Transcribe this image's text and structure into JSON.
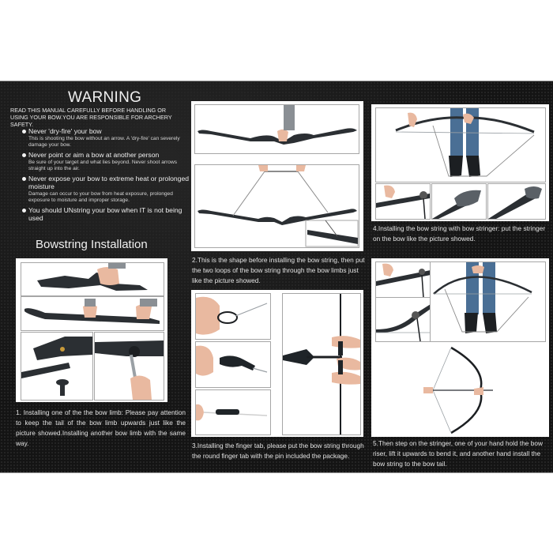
{
  "warning": {
    "title": "WARNING",
    "intro": "READ THIS MANUAL CAREFULLY BEFORE HANDLING OR USING YOUR BOW.YOU ARE RESPONSIBLE FOR ARCHERY SAFETY.",
    "rules": [
      {
        "head": "Never 'dry-fire' your bow",
        "body": "This is shooting the bow without an arrow. A 'dry-fire' can severely damage your bow."
      },
      {
        "head": "Never point or aim a bow at another person",
        "body": "Be sure of your target and what lies beyond. Never shoot arrows straight up into the air."
      },
      {
        "head": "Never expose your bow to extreme heat or prolonged moisture",
        "body": "Damage can occur to your bow from heat exposure, prolonged exposure to moisture and improper storage."
      },
      {
        "head": "You should UNstring your bow when IT is not being used",
        "body": ""
      }
    ]
  },
  "section_title": "Bowstring Installation",
  "steps": [
    {
      "caption": "1. Installing one of the the bow limb: Please pay attention to keep the tail of the bow limb upwards just like the picture showed.Installing another bow limb with the same way.",
      "images": [
        "hand-holding-riser",
        "hands-holding-limb-and-riser",
        "limb-bolt-parts",
        "screwing-limb-bolt"
      ]
    },
    {
      "caption": "2.This is the shape before installing the bow string, then put the two loops of the bow string through the bow limbs just like the picture showed.",
      "images": [
        "hand-holding-unstrung-bow",
        "string-loops-over-limbs",
        "string-loop-detail"
      ]
    },
    {
      "caption": "3.Installing the finger tab, please put the bow string through the round finger tab with the pin included the package.",
      "images": [
        "string-loop-in-hand",
        "finger-tab-on-string",
        "finger-tab-string-pin",
        "fingers-on-string-with-arrow"
      ]
    },
    {
      "caption": "4.Installing the bow string with bow stringer: put the stringer on the bow like the picture showed.",
      "images": [
        "person-with-bow-stringer",
        "stringer-on-limb",
        "stringer-cup-closeup",
        "stringer-pocket-closeup"
      ]
    },
    {
      "caption": "5.Then step on the stringer, one of your hand hold the bow riser, lift it upwards to bend it, and another hand install the bow string to the bow tail.",
      "images": [
        "stringer-limb-tip",
        "string-at-limb-tip",
        "person-stepping-on-stringer",
        "strung-bow-drawn"
      ]
    }
  ],
  "colors": {
    "background": "#141414",
    "text": "#e6e6e6",
    "panel": "#ffffff",
    "frame_border": "#a6a6a6",
    "bow": "#2b2f33",
    "skin": "#e9b9a0",
    "denim": "#4a6f95"
  }
}
